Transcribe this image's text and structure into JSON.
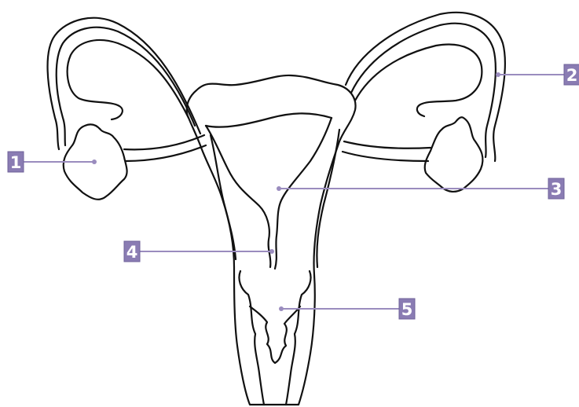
{
  "labels": [
    {
      "id": "1",
      "text": "1"
    },
    {
      "id": "2",
      "text": "2"
    },
    {
      "id": "3",
      "text": "3"
    },
    {
      "id": "4",
      "text": "4"
    },
    {
      "id": "5",
      "text": "5"
    }
  ],
  "colors": {
    "label_fill": "#8a7cb3",
    "leader_line": "#9a8cbe",
    "outline": "#111111",
    "background": "#ffffff"
  }
}
